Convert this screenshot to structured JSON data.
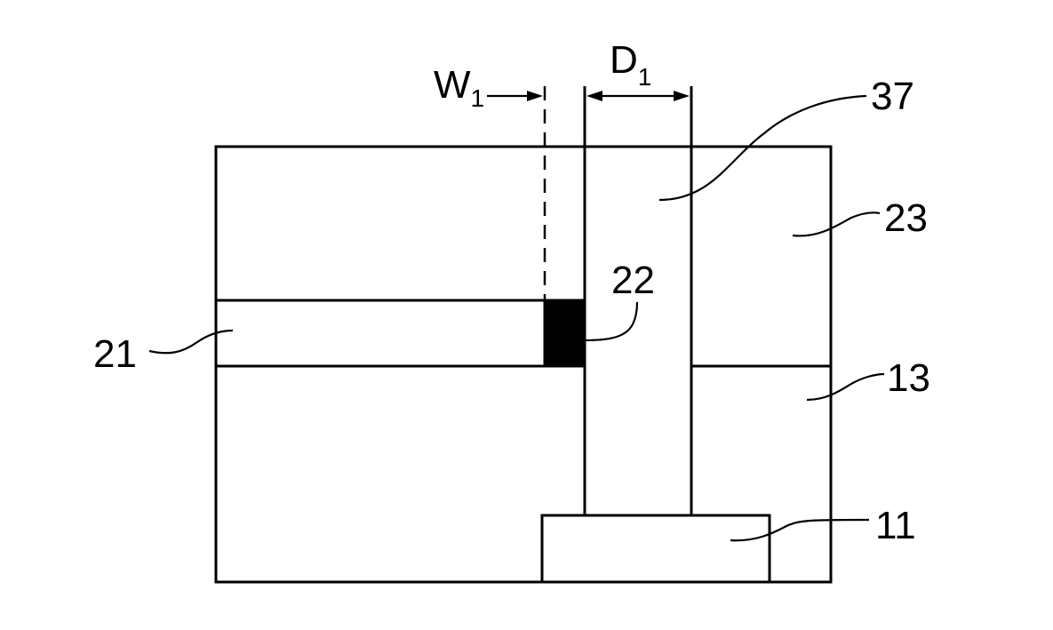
{
  "labels": {
    "w1_main": "W",
    "w1_sub": "1",
    "d1_main": "D",
    "d1_sub": "1",
    "ref_37": "37",
    "ref_23": "23",
    "ref_22": "22",
    "ref_21": "21",
    "ref_13": "13",
    "ref_11": "11"
  },
  "colors": {
    "line": "#000000",
    "background": "#ffffff",
    "element_22_fill": "#000000"
  }
}
